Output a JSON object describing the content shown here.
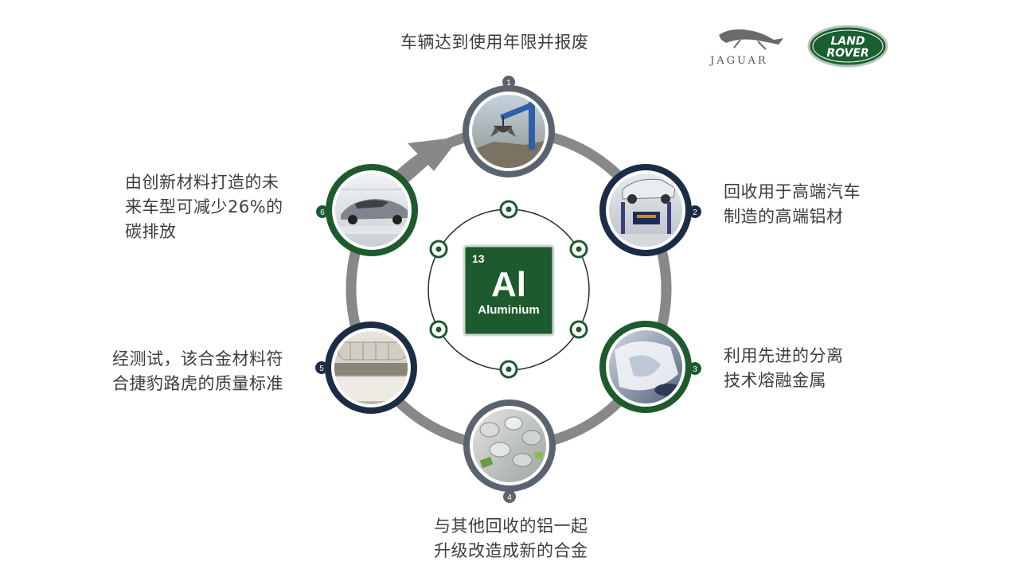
{
  "steps": [
    {
      "number": "1",
      "lines": [
        "车辆达到使用年限并报废"
      ]
    },
    {
      "number": "2",
      "lines": [
        "回收用于高端汽车",
        "制造的高端铝材"
      ]
    },
    {
      "number": "3",
      "lines": [
        "利用先进的分离",
        "技术熔融金属"
      ]
    },
    {
      "number": "4",
      "lines": [
        "与其他回收的铝一起",
        "升级改造成新的合金"
      ]
    },
    {
      "number": "5",
      "lines": [
        "经测试，该合金材料符",
        "合捷豹路虎的质量标准"
      ]
    },
    {
      "number": "6",
      "lines": [
        "由创新材料打造的未",
        "来车型可减少26%的",
        "碳排放"
      ]
    }
  ],
  "element": {
    "number": "13",
    "symbol": "Al",
    "name": "Aluminium"
  },
  "brands": {
    "jaguar": "JAGUAR",
    "landrover": [
      "LAND",
      "ROVER"
    ]
  },
  "colors": {
    "green": "#1d5a2e",
    "navy": "#1c2c44",
    "slate": "#5a6470",
    "arrow": "#888888"
  }
}
